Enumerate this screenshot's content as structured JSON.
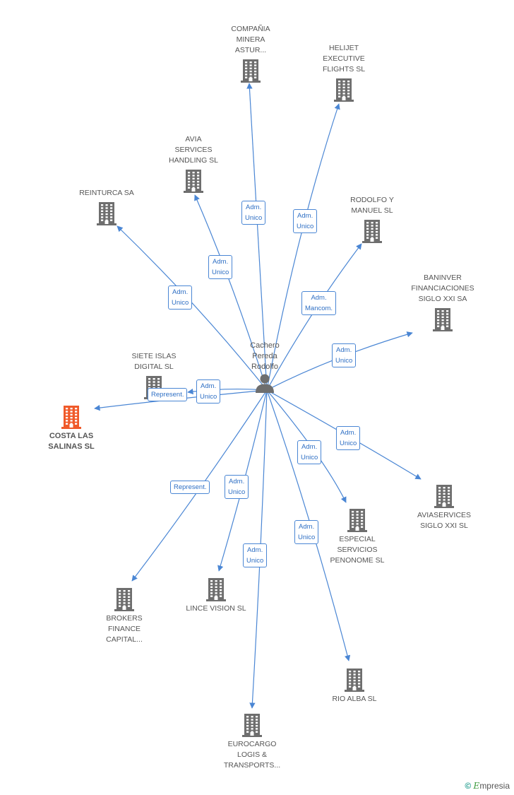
{
  "person": {
    "name": "Cachero\nPereda\nRodolfo"
  },
  "companies": [
    {
      "id": "compania",
      "label": "COMPAÑIA\nMINERA\nASTUR...",
      "main": false
    },
    {
      "id": "helijet",
      "label": "HELIJET\nEXECUTIVE\nFLIGHTS  SL",
      "main": false
    },
    {
      "id": "avia-services",
      "label": "AVIA\nSERVICES\nHANDLING SL",
      "main": false
    },
    {
      "id": "reinturca",
      "label": "REINTURCA SA",
      "main": false
    },
    {
      "id": "rodolfo-manuel",
      "label": "RODOLFO Y\nMANUEL SL",
      "main": false
    },
    {
      "id": "baninver",
      "label": "BANINVER\nFINANCIACIONES\nSIGLO XXI SA",
      "main": false
    },
    {
      "id": "siete-islas",
      "label": "SIETE ISLAS\nDIGITAL SL",
      "main": false
    },
    {
      "id": "costa",
      "label": "COSTA LAS\nSALINAS SL",
      "main": true
    },
    {
      "id": "aviaservices",
      "label": "AVIASERVICES\nSIGLO XXI SL",
      "main": false
    },
    {
      "id": "especial",
      "label": "ESPECIAL\nSERVICIOS\nPENONOME SL",
      "main": false
    },
    {
      "id": "brokers",
      "label": "BROKERS\nFINANCE\nCAPITAL...",
      "main": false
    },
    {
      "id": "lince",
      "label": "LINCE VISION SL",
      "main": false
    },
    {
      "id": "rio-alba",
      "label": "RIO ALBA SL",
      "main": false
    },
    {
      "id": "eurocargo",
      "label": "EUROCARGO\nLOGIS &\nTRANSPORTS...",
      "main": false
    }
  ],
  "edges": [
    {
      "to": "compania",
      "label": "Adm.\nUnico"
    },
    {
      "to": "helijet",
      "label": "Adm.\nUnico"
    },
    {
      "to": "avia-services",
      "label": "Adm.\nUnico"
    },
    {
      "to": "reinturca",
      "label": "Adm.\nUnico"
    },
    {
      "to": "rodolfo-manuel",
      "label": "Adm.\nMancom."
    },
    {
      "to": "baninver",
      "label": "Adm.\nUnico"
    },
    {
      "to": "siete-islas",
      "label": "Adm.\nUnico"
    },
    {
      "to": "costa",
      "label": "Represent."
    },
    {
      "to": "aviaservices",
      "label": "Adm.\nUnico"
    },
    {
      "to": "especial",
      "label": "Adm.\nUnico"
    },
    {
      "to": "brokers",
      "label": "Represent."
    },
    {
      "to": "lince",
      "label": "Adm.\nUnico"
    },
    {
      "to": "rio-alba",
      "label": "Adm.\nUnico"
    },
    {
      "to": "eurocargo",
      "label": "Adm.\nUnico"
    }
  ],
  "colors": {
    "edge": "#4a86d4",
    "building": "#6e6e6e",
    "building_main": "#f05a2a",
    "person": "#6e6e6e"
  },
  "brand": {
    "symbol": "©",
    "initial": "E",
    "rest": "mpresia"
  }
}
